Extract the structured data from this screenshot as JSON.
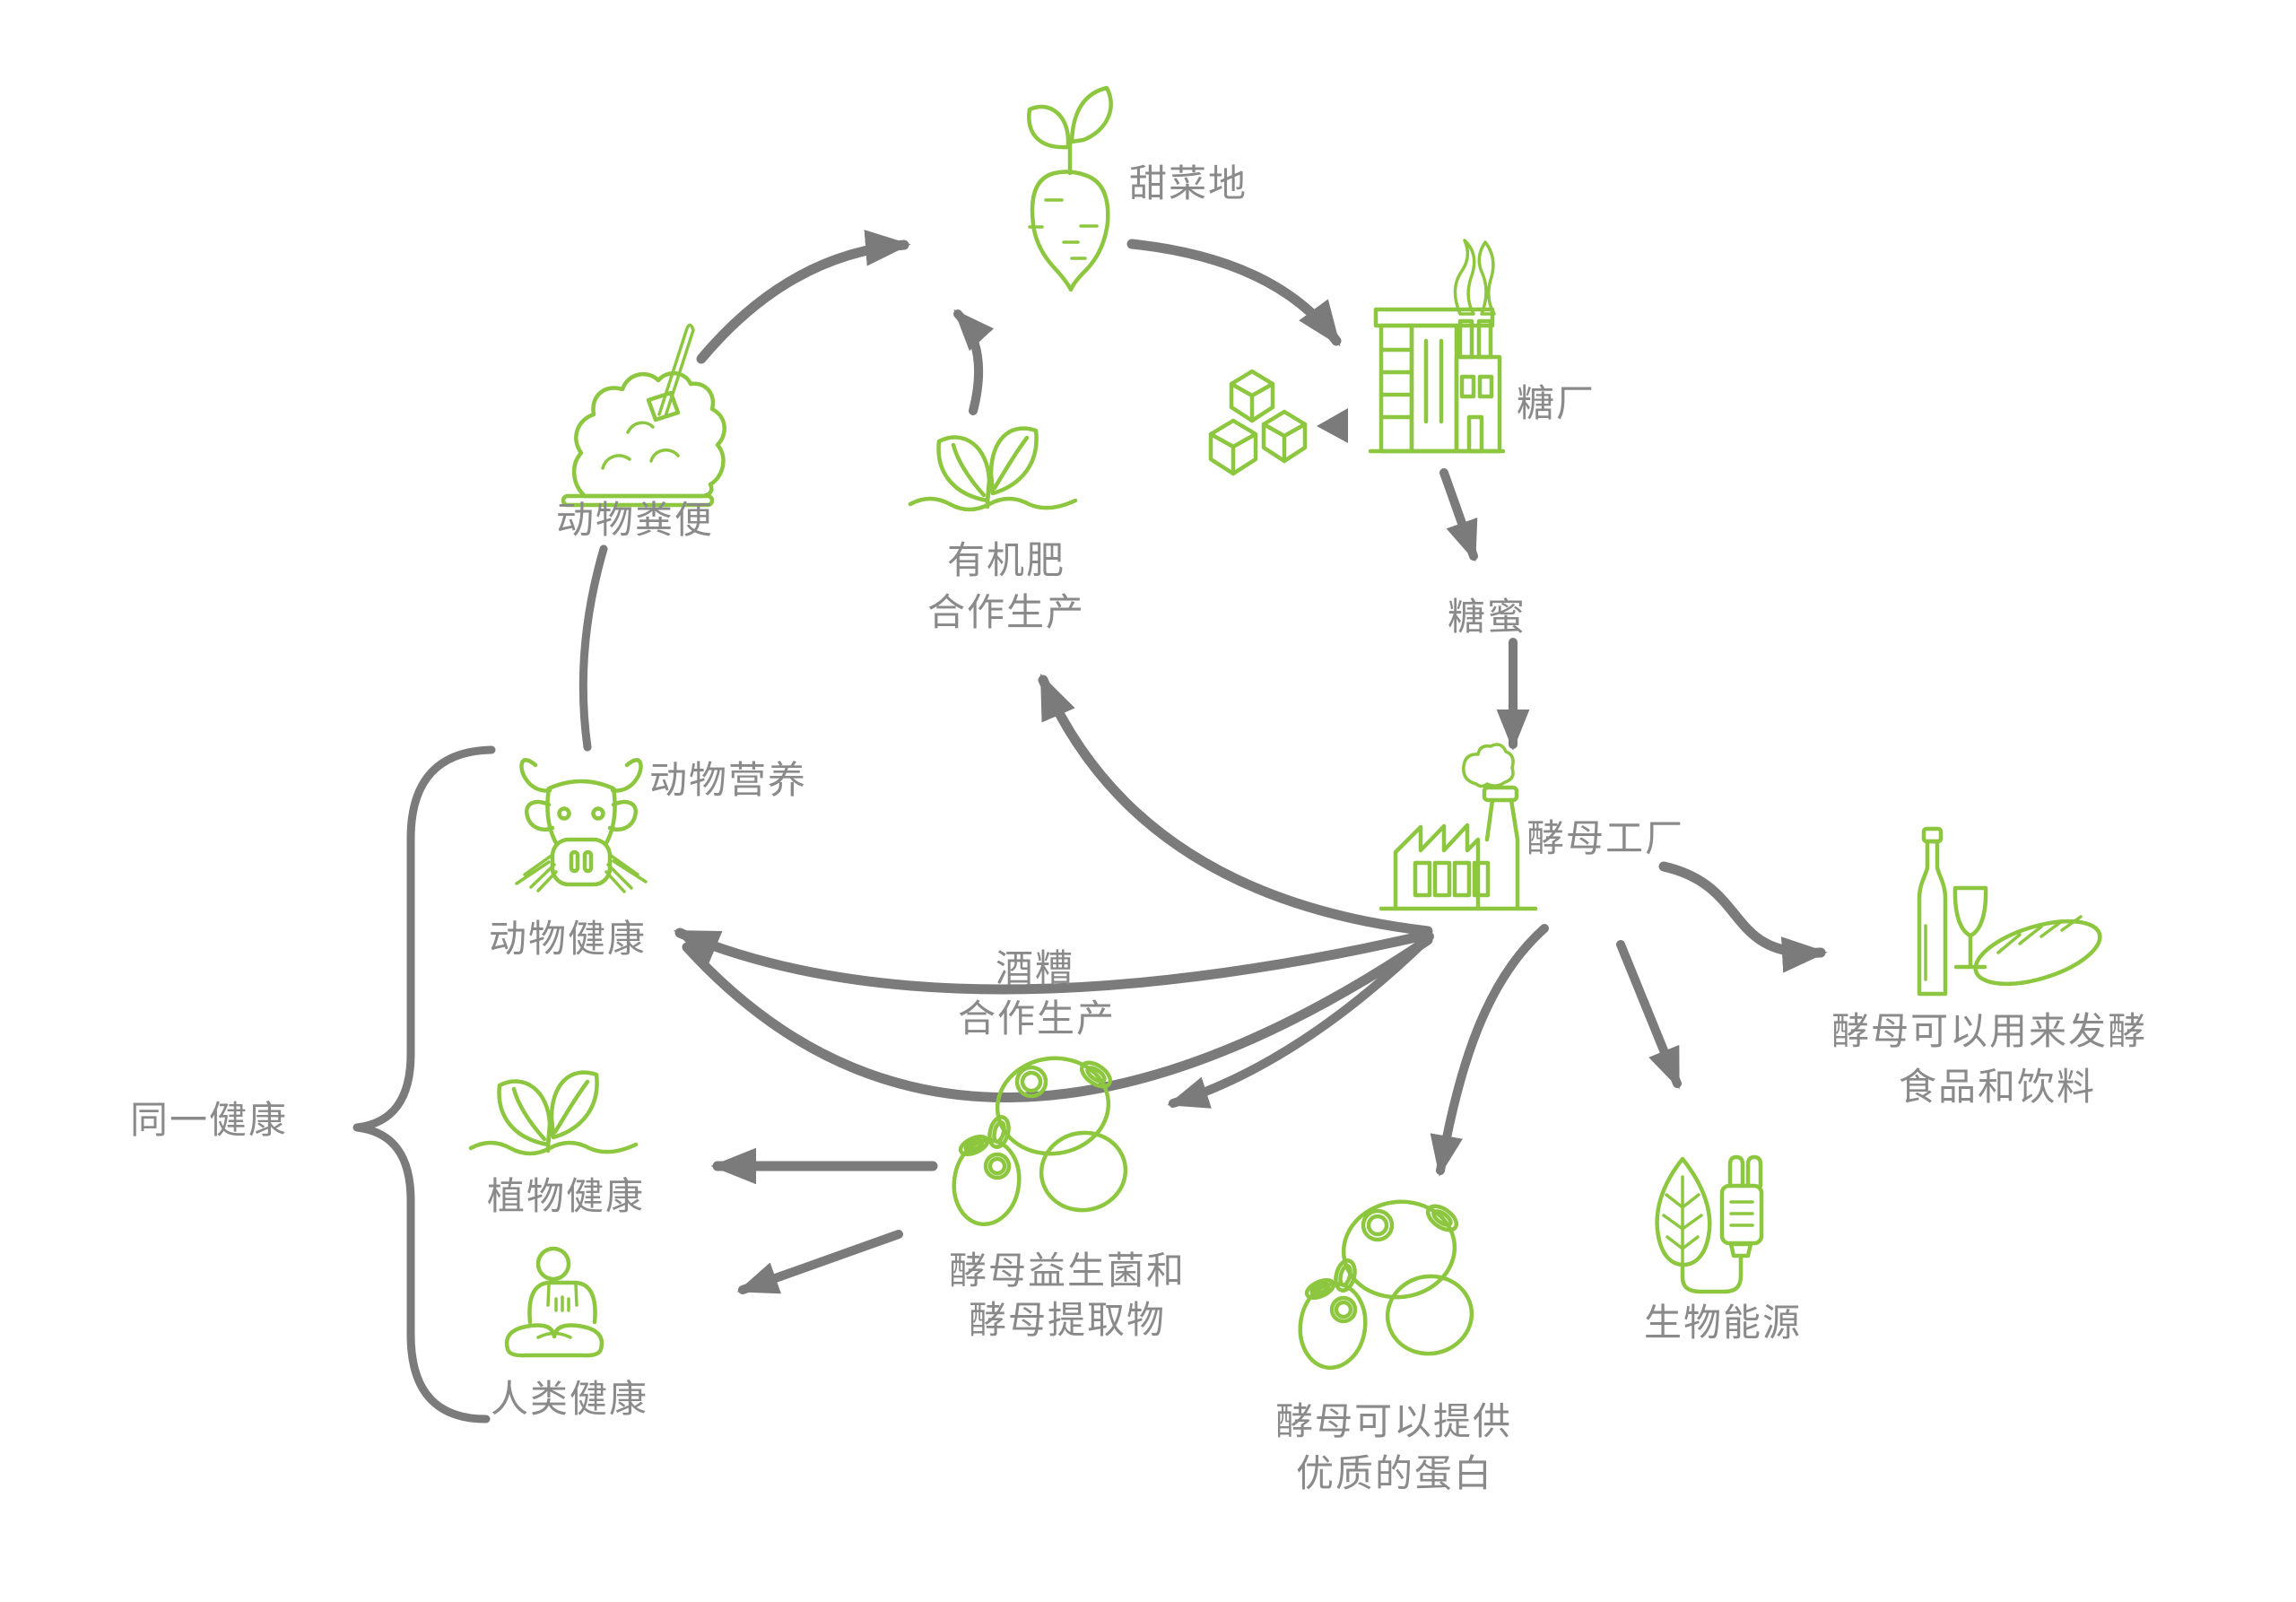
{
  "colors": {
    "icon_green": "#8dc63f",
    "label_gray": "#8a8a8a",
    "arrow_gray": "#7b7b7b",
    "background": "#ffffff"
  },
  "nodes": {
    "beet_field": {
      "label": "甜菜地",
      "icon": "beet-icon"
    },
    "sugar_factory": {
      "label": "糖厂",
      "icon": "sugar-factory-icon"
    },
    "sugar_cubes": {
      "icon": "sugar-cubes-icon"
    },
    "molasses": {
      "label": "糖蜜"
    },
    "yeast_factory": {
      "label": "酵母工厂",
      "icon": "yeast-factory-icon"
    },
    "animal_manure": {
      "label": "动物粪便",
      "icon": "manure-pile-icon"
    },
    "organic_fertilizer": {
      "label1": "有机肥",
      "label2": "合作生产",
      "icon": "sprout-icon"
    },
    "animal_nutrition": {
      "label": "动物营养",
      "icon": "cow-icon"
    },
    "animal_health": {
      "label": "动物健康"
    },
    "one_health": {
      "label": "同一健康"
    },
    "plant_health": {
      "label": "植物健康",
      "icon": "sprout-icon"
    },
    "human_health": {
      "label": "人类健康",
      "icon": "meditating-person-icon"
    },
    "vinasse": {
      "label1": "酒糟",
      "label2": "合作生产"
    },
    "yeast_probiotics": {
      "label1": "酵母益生菌和",
      "label2": "酵母提取物",
      "icon": "yeast-cells-icon"
    },
    "fermented_food": {
      "label1": "酵母可以用来发酵",
      "label2": "食品和饮料",
      "icon": "wine-and-bread-icon"
    },
    "bioenergy": {
      "label": "生物能源",
      "icon": "leaf-plug-icon"
    },
    "yeast_protein": {
      "label1": "酵母可以提供",
      "label2": "优质的蛋白",
      "icon": "yeast-cells-icon"
    }
  }
}
